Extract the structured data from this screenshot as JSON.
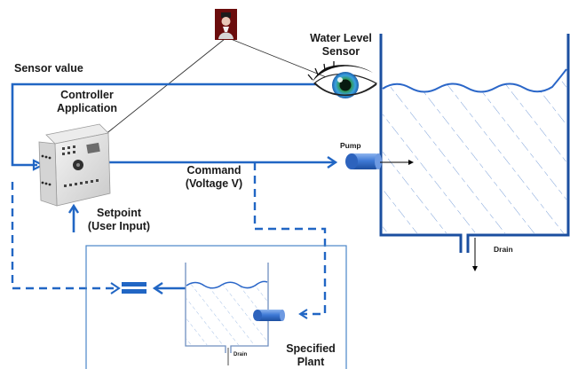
{
  "labels": {
    "sensor_value": "Sensor value",
    "controller_line1": "Controller",
    "controller_line2": "Application",
    "water_level_line1": "Water Level",
    "water_level_line2": "Sensor",
    "pump": "Pump",
    "command_line1": "Command",
    "command_line2": "(Voltage V)",
    "setpoint_line1": "Setpoint",
    "setpoint_line2": "(User Input)",
    "drain": "Drain",
    "drain_small": "Drain",
    "specified_line1": "Specified",
    "specified_line2": "Plant"
  },
  "icons": {
    "controller": "plc-controller-icon",
    "eye": "eye-sensor-icon",
    "avatar": "person-avatar-icon",
    "pump": "pump-icon",
    "comparator": "comparator-icon"
  },
  "colors": {
    "signal_line": "#2166c4",
    "water": "#2a66c8",
    "tank_wall": "#1b4fa0",
    "plant_box": "#4a86c8",
    "text": "#1a1a1a"
  }
}
